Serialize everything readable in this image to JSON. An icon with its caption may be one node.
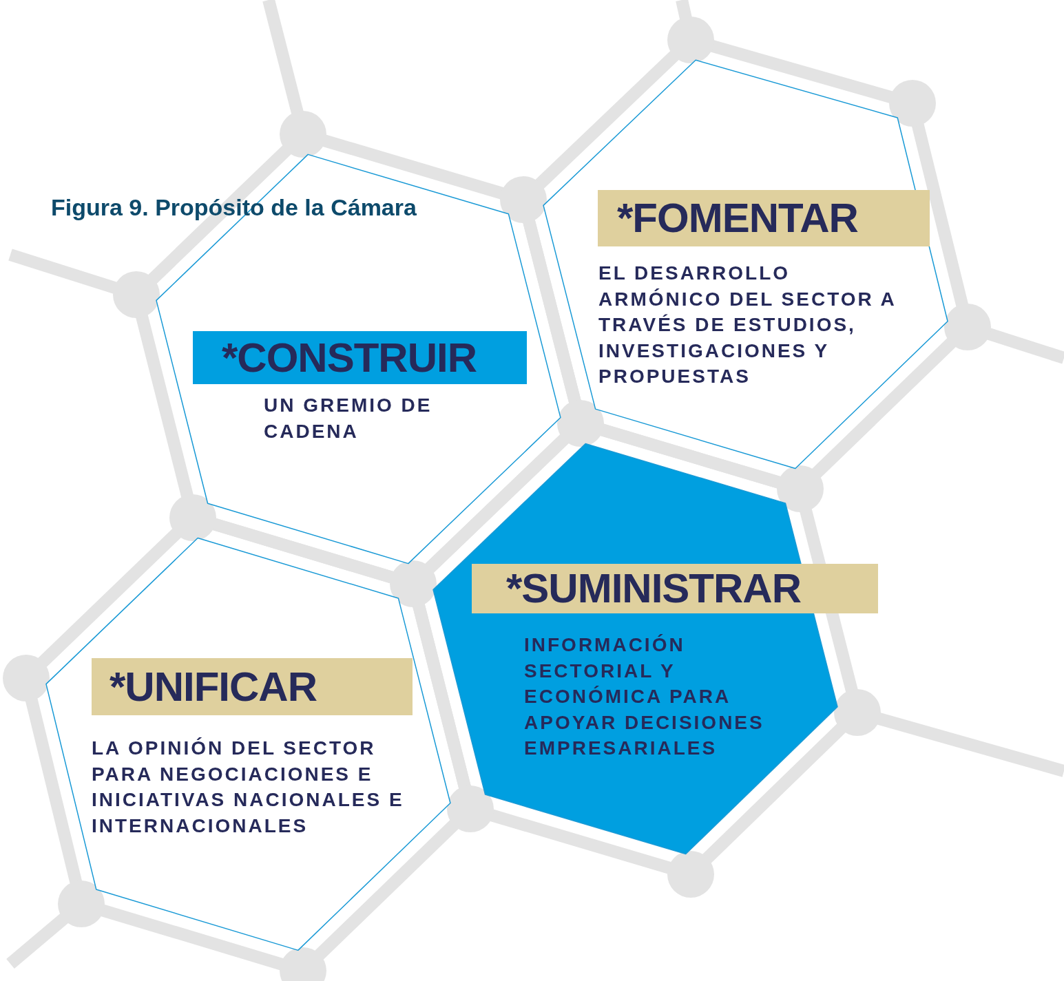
{
  "diagram": {
    "title": "Figura 9. Propósito de la Cámara",
    "nodes": [
      {
        "text": [
          "*FOMENTAR",
          "EL DESARROLLO ARMÓNICO DEL SECTOR A TRAVÉS DE ESTUDIOS, INVESTIGACIONES Y PROPUESTAS"
        ]
      },
      {
        "text": [
          "*CONSTRUIR",
          "UN GREMIO DE CADENA"
        ]
      },
      {
        "text": [
          "*SUMINISTRAR",
          "INFORMACIÓN SECTORIAL Y ECONÓMICA PARA APOYAR DECISIONES EMPRESARIALES"
        ]
      },
      {
        "text": [
          "*UNIFICAR",
          "LA OPINIÓN DEL SECTOR PARA NEGOCIACIONES E INICIATIVAS NACIONALES E INTERNACIONALES"
        ]
      }
    ]
  }
}
